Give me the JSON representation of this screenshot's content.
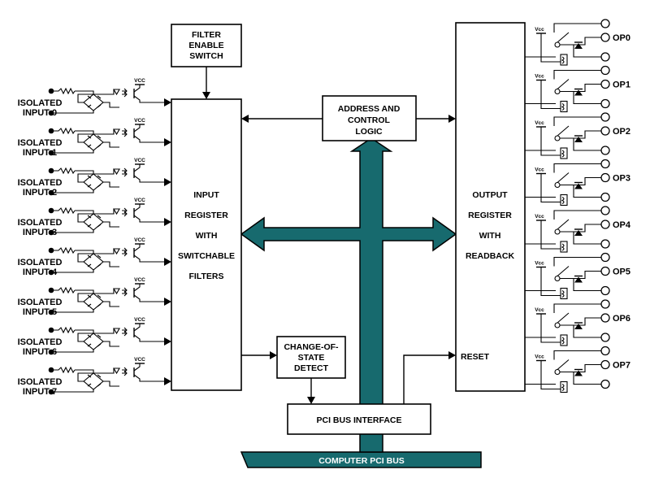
{
  "blocks": {
    "filter_switch": [
      "FILTER",
      "ENABLE",
      "SWITCH"
    ],
    "input_register": [
      "INPUT",
      "REGISTER",
      "WITH",
      "SWITCHABLE",
      "FILTERS"
    ],
    "address_control": [
      "ADDRESS AND",
      "CONTROL",
      "LOGIC"
    ],
    "output_register": [
      "OUTPUT",
      "REGISTER",
      "WITH",
      "READBACK"
    ],
    "reset": "RESET",
    "change_of_state": [
      "CHANGE-OF-",
      "STATE",
      "DETECT"
    ],
    "pci_interface": "PCI BUS INTERFACE",
    "computer_bus": "COMPUTER PCI BUS"
  },
  "vcc_label": "Vcc",
  "inputs": [
    [
      "ISOLATED",
      "INPUT 0"
    ],
    [
      "ISOLATED",
      "INPUT 1"
    ],
    [
      "ISOLATED",
      "INPUT 2"
    ],
    [
      "ISOLATED",
      "INPUT 3"
    ],
    [
      "ISOLATED",
      "INPUT 4"
    ],
    [
      "ISOLATED",
      "INPUT 5"
    ],
    [
      "ISOLATED",
      "INPUT 6"
    ],
    [
      "ISOLATED",
      "INPUT 7"
    ]
  ],
  "outputs": [
    "OP0",
    "OP1",
    "OP2",
    "OP3",
    "OP4",
    "OP5",
    "OP6",
    "OP7"
  ],
  "colors": {
    "bus": "#176a6e",
    "line": "#000000",
    "background": "#ffffff"
  }
}
